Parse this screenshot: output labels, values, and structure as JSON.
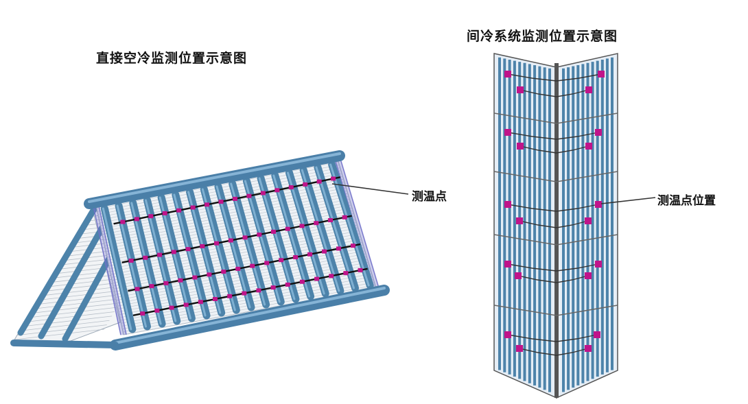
{
  "diagrams": {
    "direct_air_cooling": {
      "title": "直接空冷监测位置示意图",
      "callout": "测温点"
    },
    "indirect_cooling": {
      "title": "间冷系统监测位置示意图",
      "callout": "测温点位置"
    }
  },
  "colors": {
    "tube": "#4d83aa",
    "tube_light": "#7fb0d2",
    "header_pipe": "#4a7fa8",
    "frame": "#6f6fc8",
    "sensor": "#c0148a",
    "wire": "#111111",
    "panel_bg": "#e6eef6",
    "leader": "#333333"
  }
}
